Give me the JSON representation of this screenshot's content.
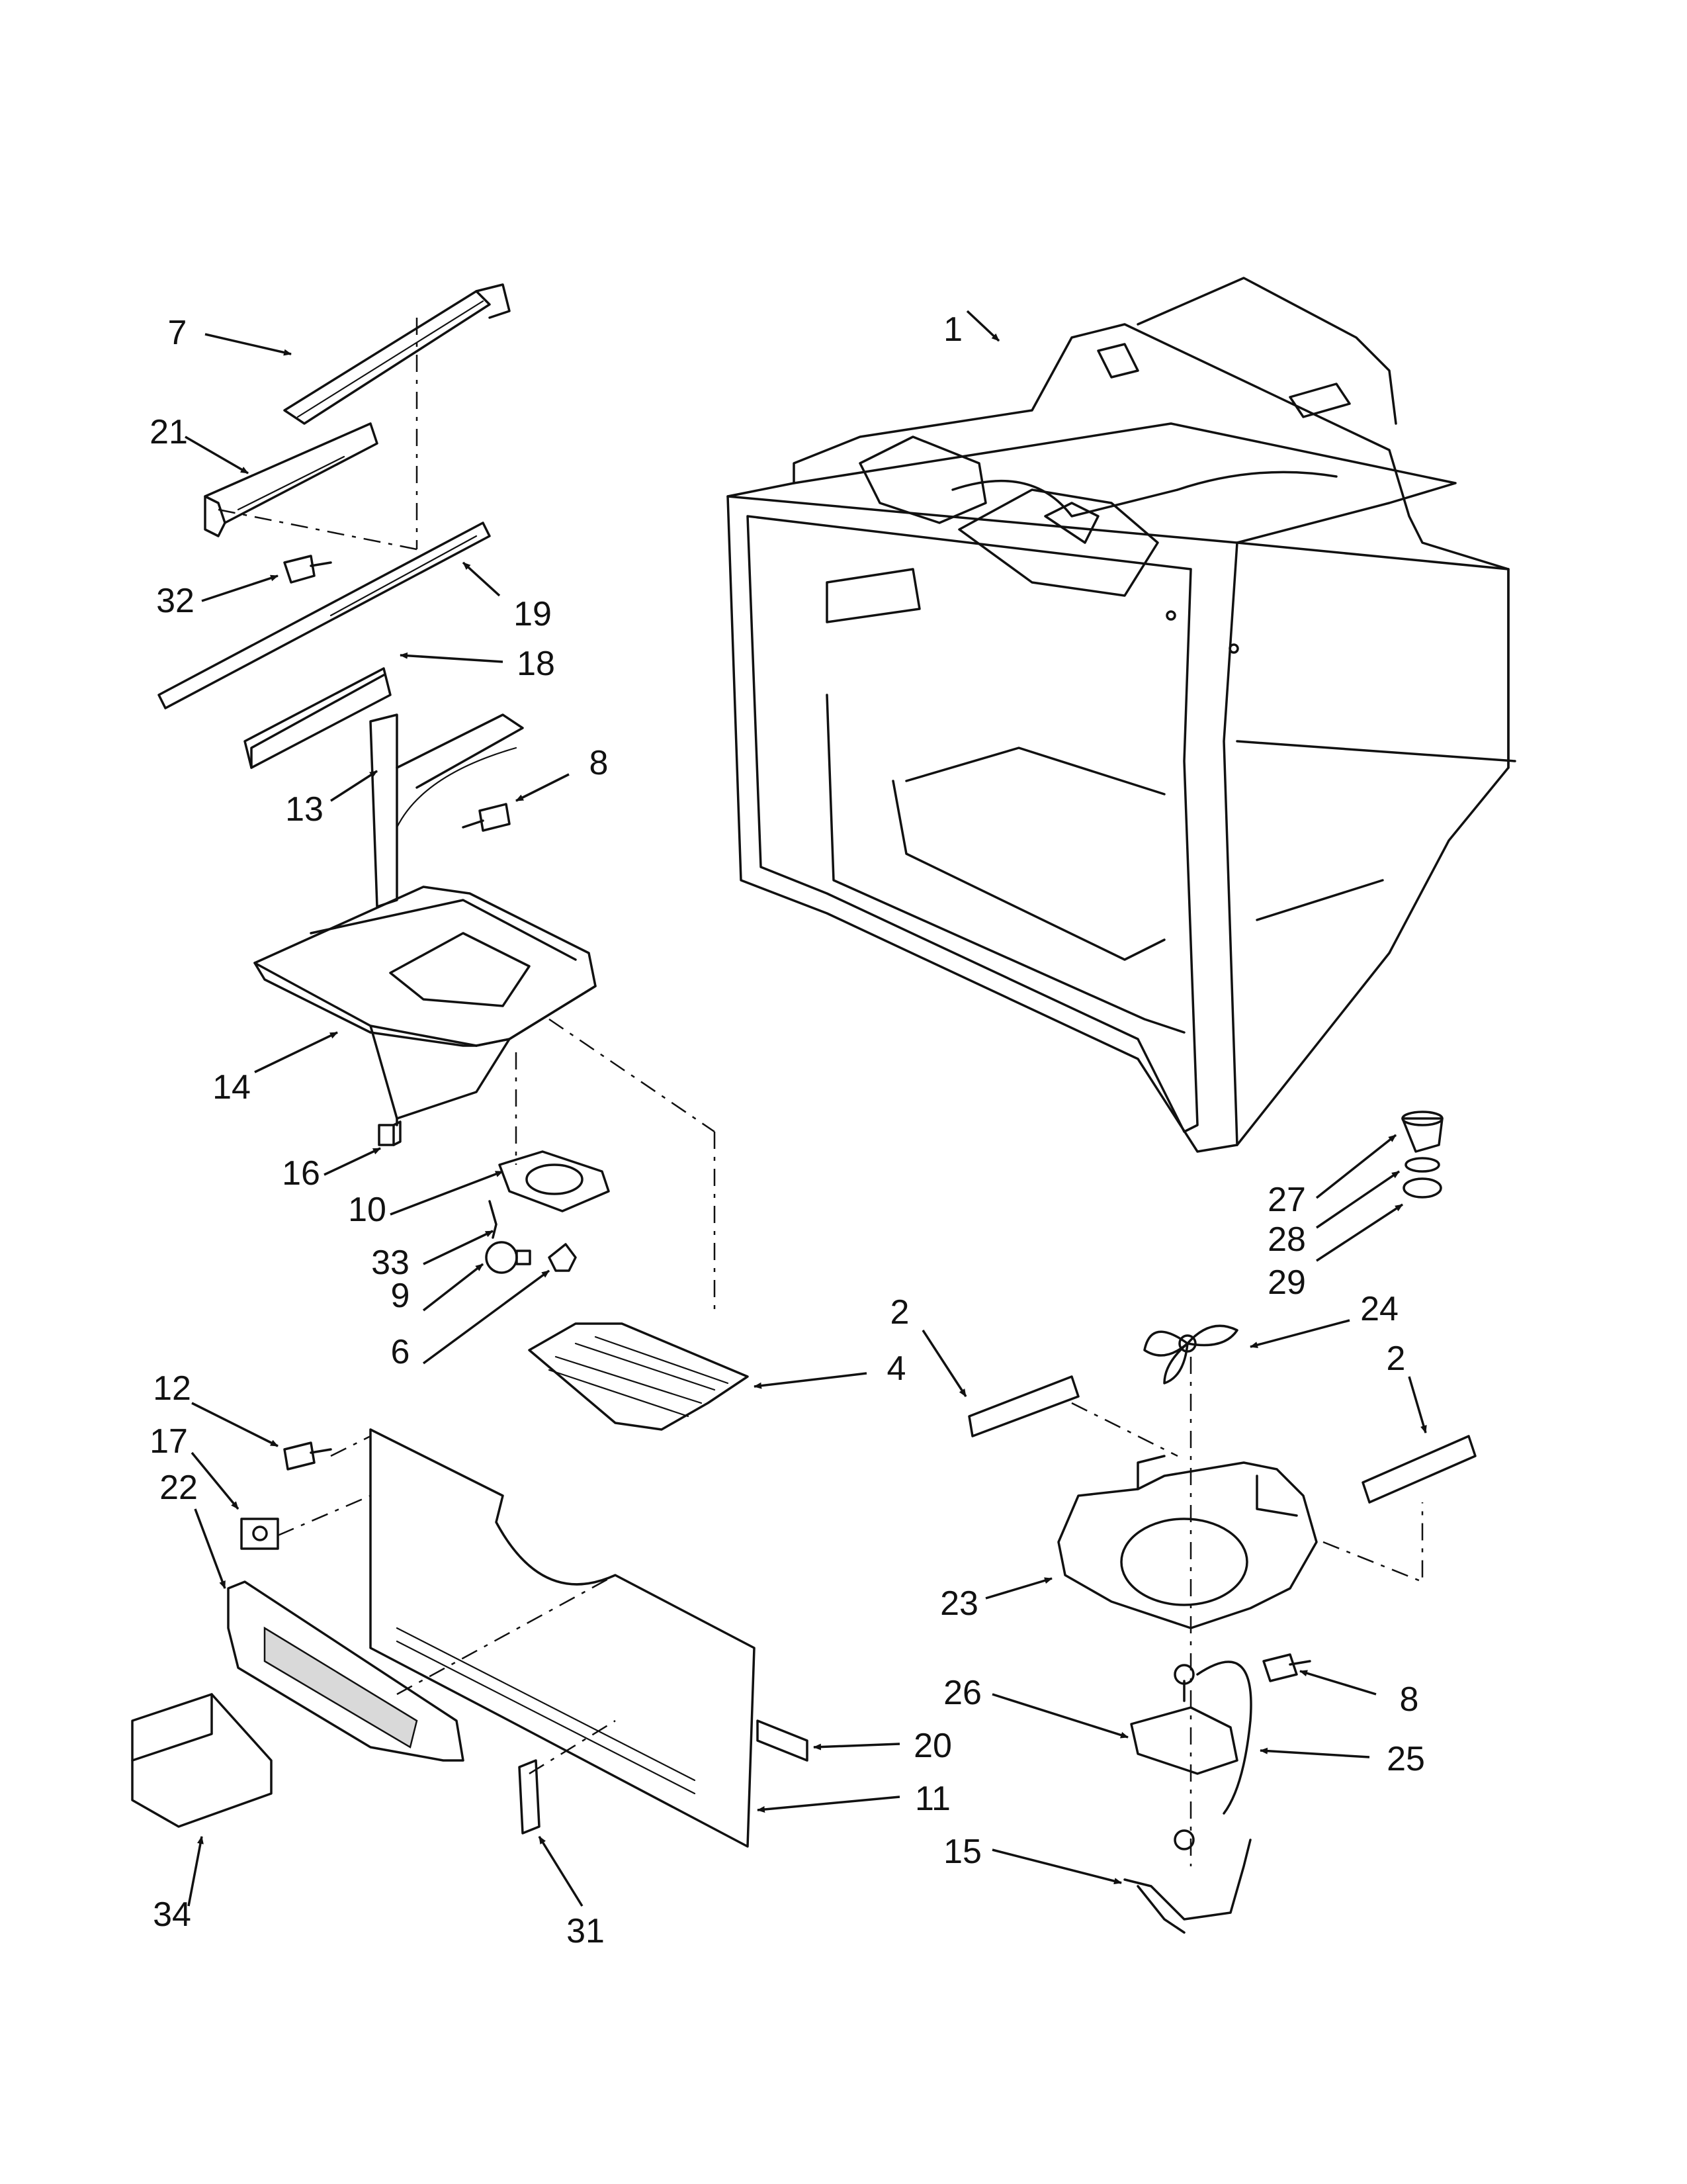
{
  "callouts": [
    {
      "id": "c1",
      "label": "1"
    },
    {
      "id": "c2a",
      "label": "2"
    },
    {
      "id": "c2b",
      "label": "2"
    },
    {
      "id": "c4",
      "label": "4"
    },
    {
      "id": "c6",
      "label": "6"
    },
    {
      "id": "c7",
      "label": "7"
    },
    {
      "id": "c8a",
      "label": "8"
    },
    {
      "id": "c8b",
      "label": "8"
    },
    {
      "id": "c9",
      "label": "9"
    },
    {
      "id": "c10",
      "label": "10"
    },
    {
      "id": "c11",
      "label": "11"
    },
    {
      "id": "c12",
      "label": "12"
    },
    {
      "id": "c13",
      "label": "13"
    },
    {
      "id": "c14",
      "label": "14"
    },
    {
      "id": "c15",
      "label": "15"
    },
    {
      "id": "c16",
      "label": "16"
    },
    {
      "id": "c17",
      "label": "17"
    },
    {
      "id": "c18",
      "label": "18"
    },
    {
      "id": "c19",
      "label": "19"
    },
    {
      "id": "c20",
      "label": "20"
    },
    {
      "id": "c21",
      "label": "21"
    },
    {
      "id": "c22",
      "label": "22"
    },
    {
      "id": "c23",
      "label": "23"
    },
    {
      "id": "c24",
      "label": "24"
    },
    {
      "id": "c25",
      "label": "25"
    },
    {
      "id": "c26",
      "label": "26"
    },
    {
      "id": "c27",
      "label": "27"
    },
    {
      "id": "c28",
      "label": "28"
    },
    {
      "id": "c29",
      "label": "29"
    },
    {
      "id": "c31",
      "label": "31"
    },
    {
      "id": "c32",
      "label": "32"
    },
    {
      "id": "c33",
      "label": "33"
    },
    {
      "id": "c34",
      "label": "34"
    }
  ]
}
